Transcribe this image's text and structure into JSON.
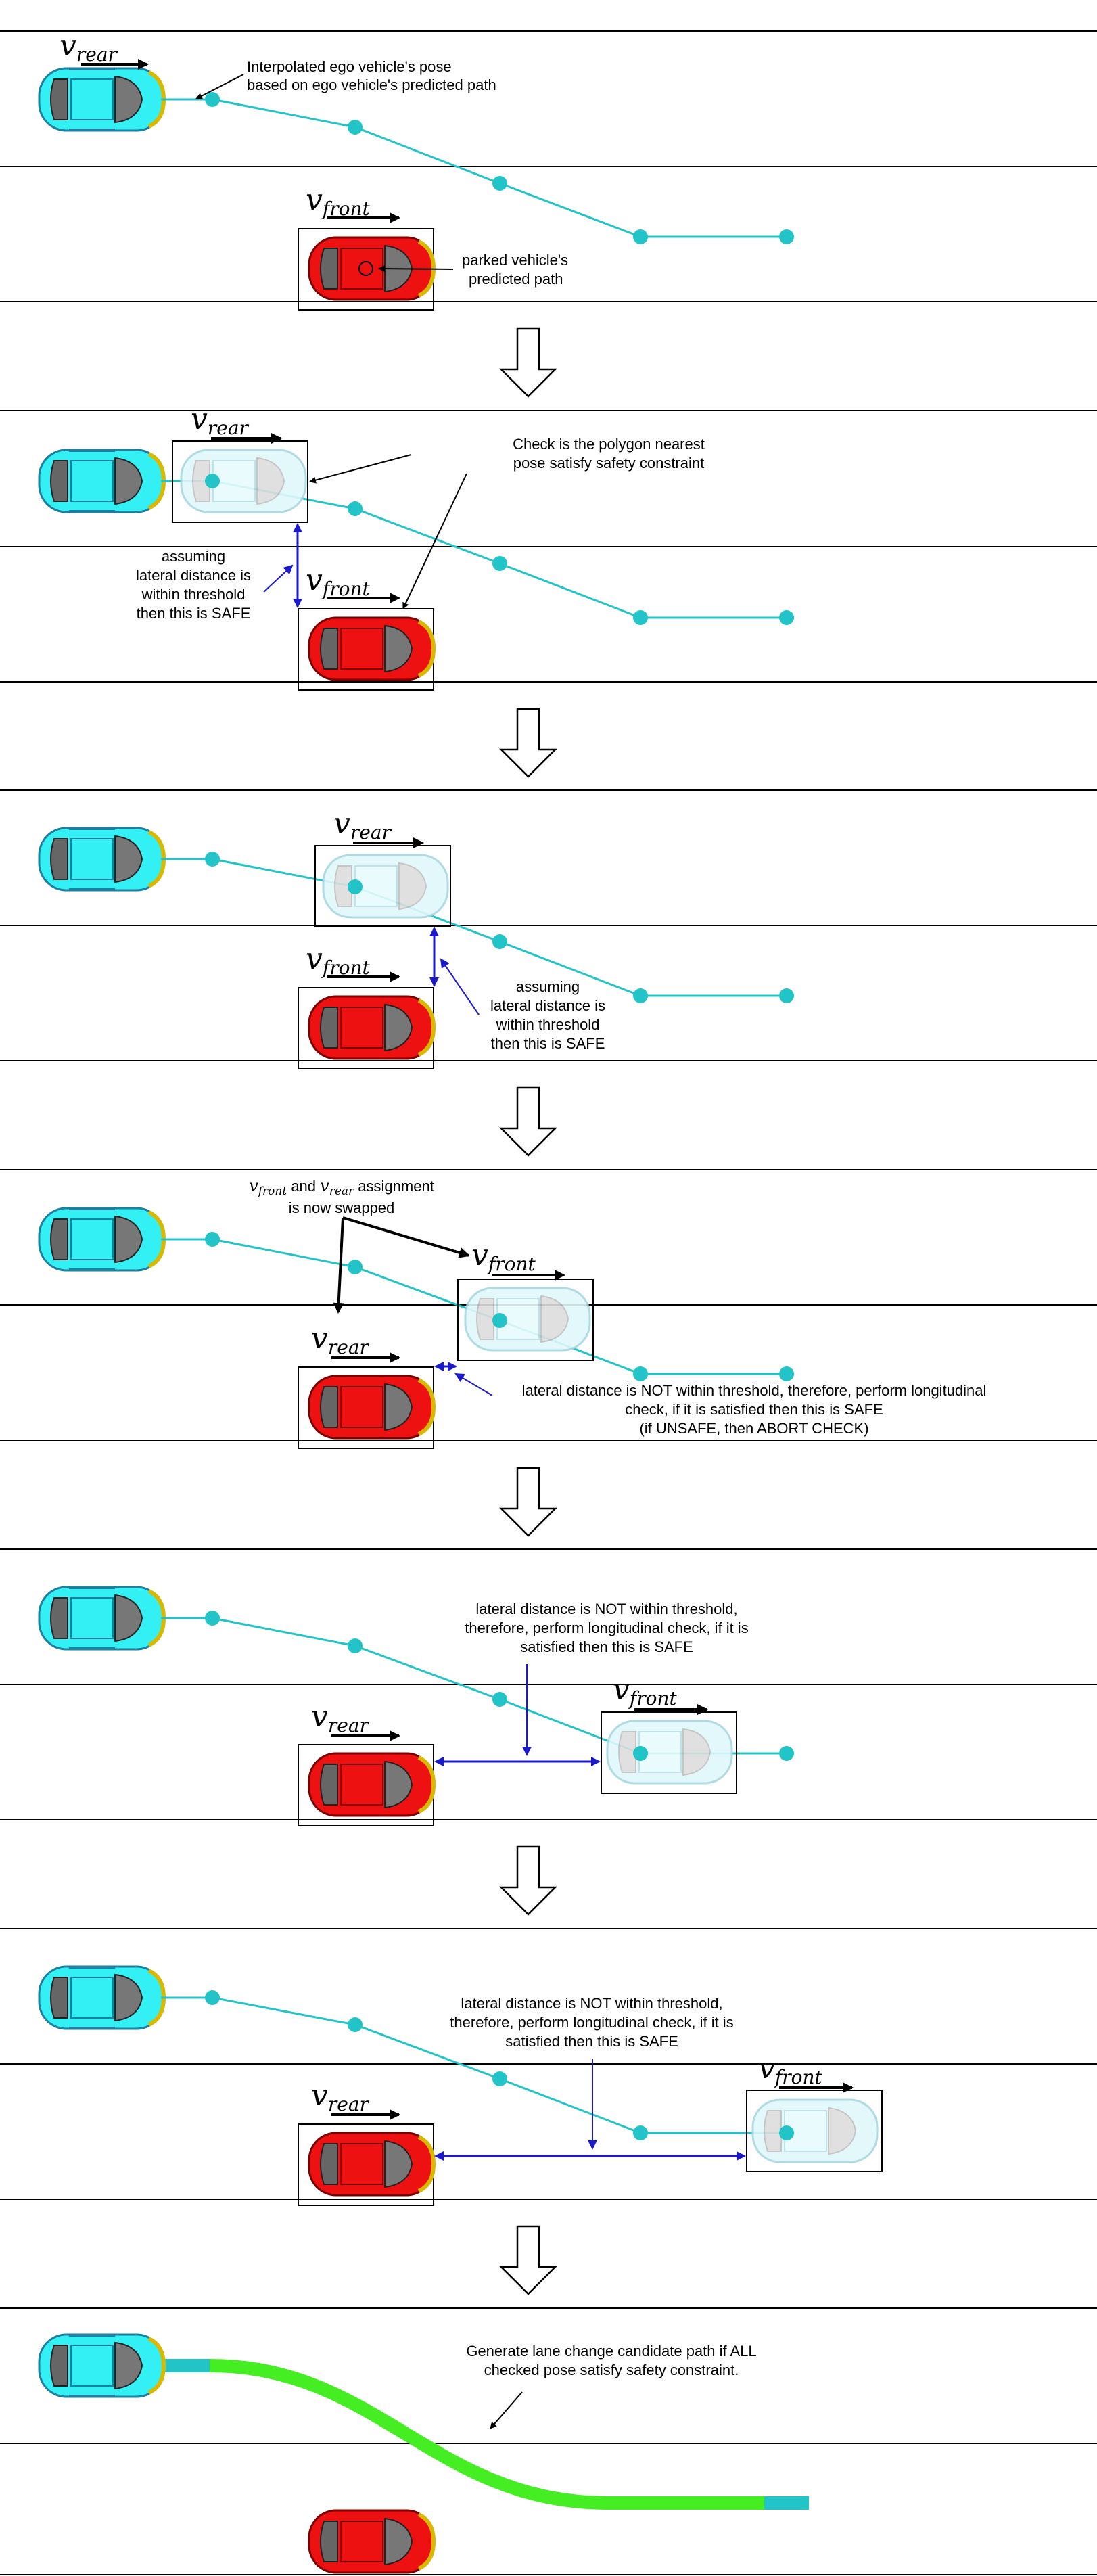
{
  "panels": [
    {
      "id": "p1",
      "label_rear": "v",
      "label_rear_sub": "rear",
      "label_front": "v",
      "label_front_sub": "front",
      "annotation_1": "Interpolated ego vehicle's pose",
      "annotation_2": "based on ego vehicle's predicted path",
      "annotation_3": "parked vehicle's",
      "annotation_4": "predicted path"
    },
    {
      "id": "p2",
      "label_rear": "v",
      "label_rear_sub": "rear",
      "label_front": "v",
      "label_front_sub": "front",
      "annotation_1": "Check is the polygon nearest",
      "annotation_2": "pose satisfy safety constraint",
      "side_1": "assuming",
      "side_2": "lateral distance is",
      "side_3": "within threshold",
      "side_4": "then this is SAFE"
    },
    {
      "id": "p3",
      "label_rear": "v",
      "label_rear_sub": "rear",
      "label_front": "v",
      "label_front_sub": "front",
      "side_1": "assuming",
      "side_2": "lateral distance is",
      "side_3": "within threshold",
      "side_4": "then this is SAFE"
    },
    {
      "id": "p4",
      "label_rear": "v",
      "label_rear_sub": "rear",
      "label_front": "v",
      "label_front_sub": "front",
      "swap_1a": "v",
      "swap_1a_sub": "front",
      "swap_and": "and",
      "swap_1b": "v",
      "swap_1b_sub": "rear",
      "swap_tail": "assignment",
      "swap_2": "is now swapped",
      "lon_1": "lateral distance is NOT within threshold, therefore, perform longitudinal",
      "lon_2": "check, if it is satisfied then this is SAFE",
      "lon_3": "(if UNSAFE, then ABORT CHECK)"
    },
    {
      "id": "p5",
      "label_rear": "v",
      "label_rear_sub": "rear",
      "label_front": "v",
      "label_front_sub": "front",
      "text_1": "lateral distance is NOT within threshold,",
      "text_2": "therefore, perform longitudinal check, if it is",
      "text_3": "satisfied then this is SAFE"
    },
    {
      "id": "p6",
      "label_rear": "v",
      "label_rear_sub": "rear",
      "label_front": "v",
      "label_front_sub": "front",
      "text_1": "lateral distance is NOT within threshold,",
      "text_2": "therefore, perform longitudinal check, if it is",
      "text_3": "satisfied then this is SAFE"
    },
    {
      "id": "p7",
      "text_1": "Generate lane change candidate path if ALL",
      "text_2": "checked pose satisfy safety constraint."
    }
  ],
  "colors": {
    "ego_car": "#33f0f5",
    "parked_car": "#ee1111",
    "path": "#22c4c8",
    "lateral_arrow": "#1a1acc",
    "candidate_path": "#44ee22"
  },
  "icons": [
    "ego-car-icon",
    "parked-car-icon",
    "ghost-car-icon",
    "down-arrow-icon"
  ]
}
